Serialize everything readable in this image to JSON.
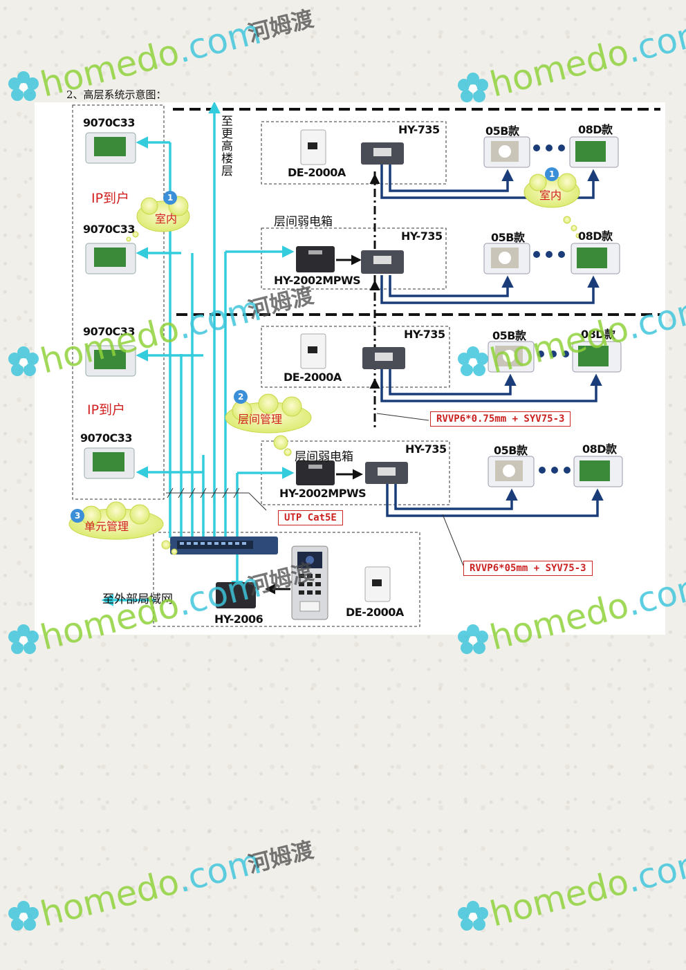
{
  "caption": "2、高层系统示意图：",
  "watermark": {
    "brand": "homedo.com",
    "cn": "河姆渡"
  },
  "labels": {
    "up_floors": "至更高楼层",
    "ip_home_1": "IP到户",
    "ip_home_2": "IP到户",
    "monitor_1": "9070C33",
    "monitor_2": "9070C33",
    "monitor_3": "9070C33",
    "monitor_4": "9070C33",
    "weak_box_1": "层间弱电箱",
    "weak_box_2": "层间弱电箱",
    "de_1": "DE-2000A",
    "de_2": "DE-2000A",
    "de_3": "DE-2000A",
    "hy735_1": "HY-735",
    "hy735_2": "HY-735",
    "hy735_3": "HY-735",
    "hy735_4": "HY-735",
    "mpws_1": "HY-2002MPWS",
    "mpws_2": "HY-2002MPWS",
    "b05_1": "05B款",
    "d08_1": "08D款",
    "b05_2": "05B款",
    "d08_2": "08D款",
    "b05_3": "05B款",
    "d08_3": "08D款",
    "b05_4": "05B款",
    "d08_4": "08D款",
    "hy2006": "HY-2006",
    "external_lan": "至外部局域网",
    "cable_1": "RVVP6*0.75mm + SYV75-3",
    "cable_2": "UTP Cat5E",
    "cable_3": "RVVP6*05mm + SYV75-3"
  },
  "clouds": {
    "indoor_1": {
      "num": "1",
      "text": "室内"
    },
    "indoor_2": {
      "num": "1",
      "text": "室内"
    },
    "floor_mgmt": {
      "num": "2",
      "text": "层间管理"
    },
    "unit_mgmt": {
      "num": "3",
      "text": "单元管理"
    }
  },
  "colors": {
    "cyan_line": "#33ccdd",
    "navy_line": "#1a3d7a",
    "red_text": "#d22020",
    "watermark_green": "#8fd13a",
    "watermark_cyan": "#3fc6dc"
  }
}
